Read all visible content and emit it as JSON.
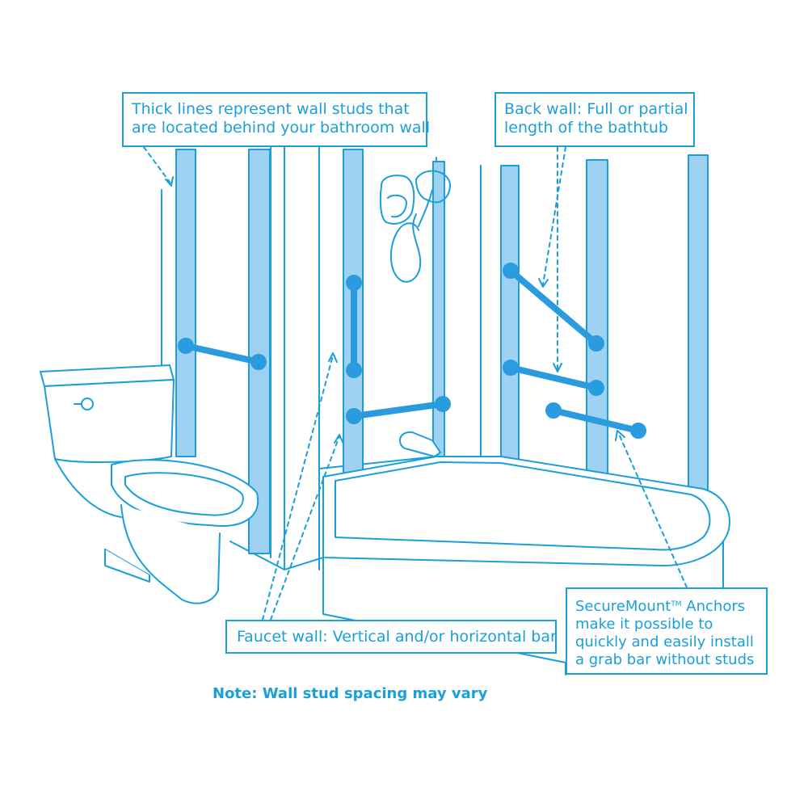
{
  "callouts": {
    "studs": {
      "line1": "Thick lines represent wall studs that",
      "line2": "are located behind your bathroom wall"
    },
    "back_wall": {
      "line1": "Back wall: Full or partial",
      "line2": "length of the bathtub"
    },
    "faucet_wall": {
      "line1": "Faucet wall: Vertical and/or horizontal bar"
    },
    "anchors": {
      "brand": "SecureMount",
      "tm": "TM",
      "line1_rest": " Anchors",
      "line2": "make it possible to",
      "line3": "quickly and easily install",
      "line4": "a grab bar without studs"
    }
  },
  "note": "Note: Wall stud spacing may vary",
  "colors": {
    "line": "#1a9fd9",
    "stud": "#9fd2f2",
    "bar": "#2b9be0",
    "background": "#ffffff"
  }
}
